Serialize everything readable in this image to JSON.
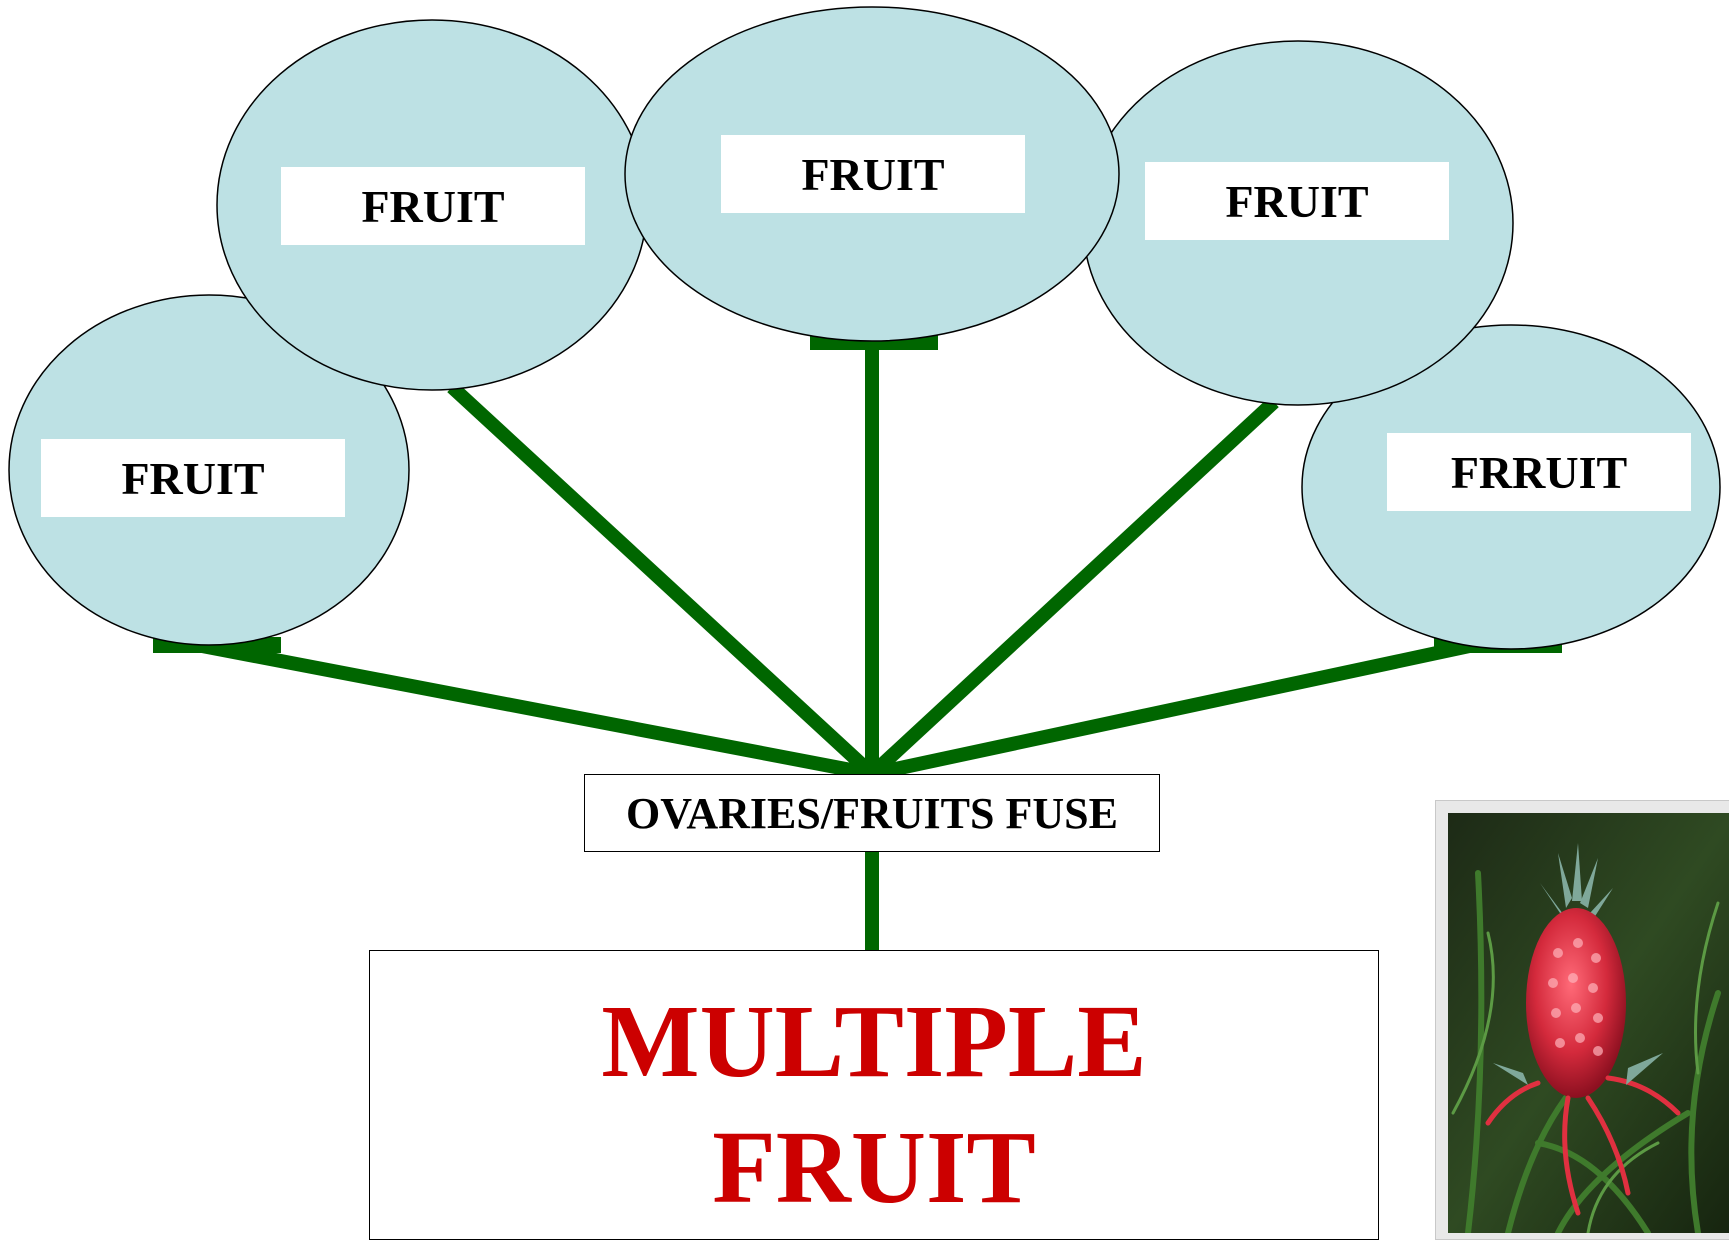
{
  "diagram": {
    "fruit_labels": [
      "FRUIT",
      "FRUIT",
      "FRUIT",
      "FRUIT",
      "FRRUIT"
    ],
    "fuse_label": "OVARIES/FRUITS FUSE",
    "result_line1": "MULTIPLE",
    "result_line2": "FRUIT"
  },
  "colors": {
    "ellipse_fill": "#bde1e4",
    "stem": "#006600",
    "result_text": "#cc0000"
  },
  "photo": {
    "subject": "red pineapple-like multiple fruit with spiky bracts among green leaves"
  }
}
